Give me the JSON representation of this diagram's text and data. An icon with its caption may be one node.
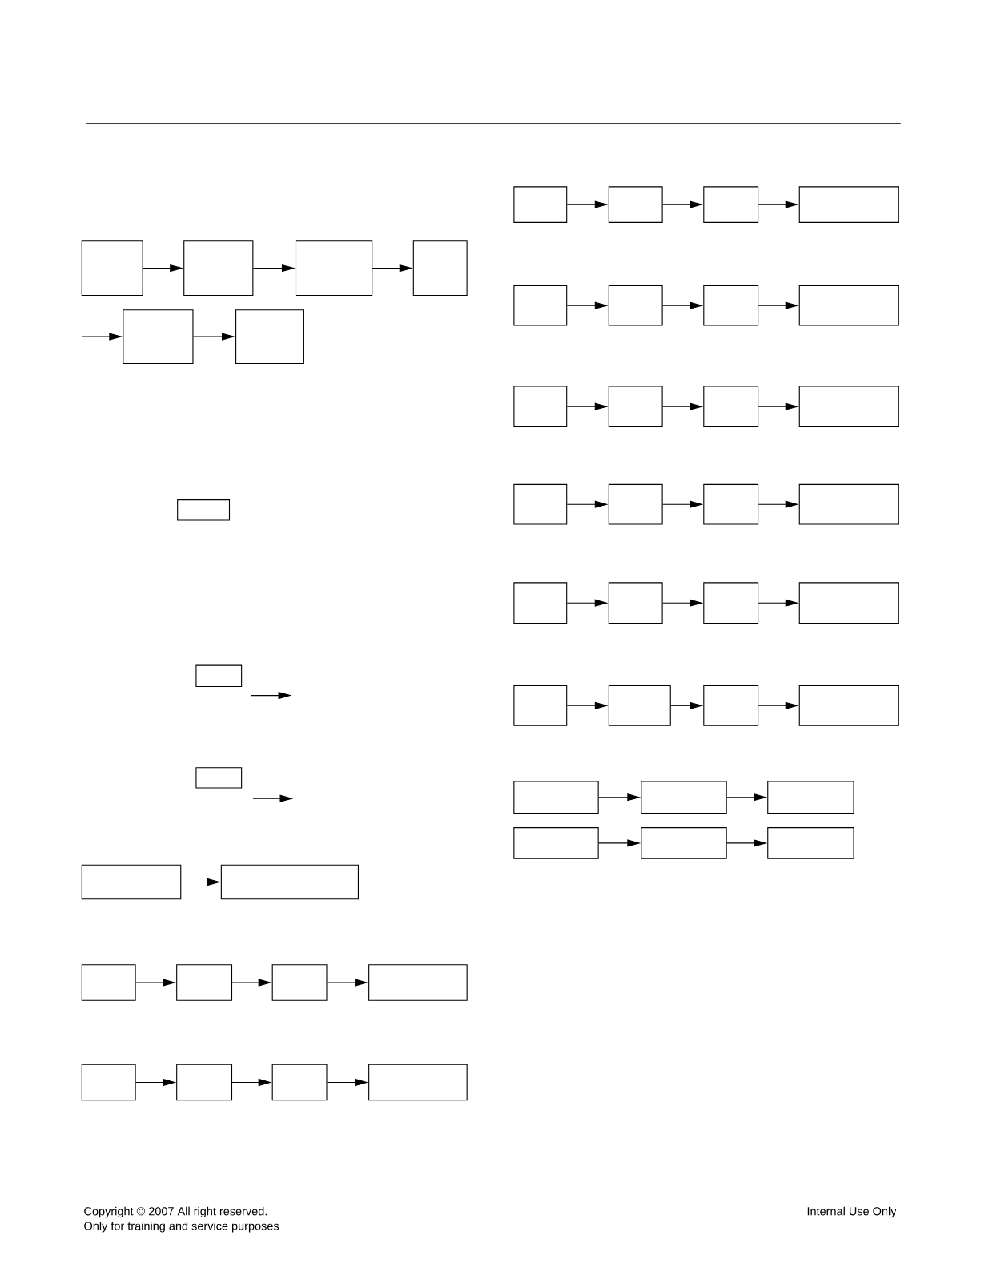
{
  "diagram": {
    "nodes": [
      {
        "text": [],
        "shape": "box"
      },
      {
        "text": [],
        "shape": "box"
      },
      {
        "text": [],
        "shape": "box"
      },
      {
        "text": [],
        "shape": "box"
      },
      {
        "text": [],
        "shape": "box"
      },
      {
        "text": [],
        "shape": "box"
      },
      {
        "text": [],
        "shape": "box"
      },
      {
        "text": [],
        "shape": "box"
      },
      {
        "text": [],
        "shape": "box"
      },
      {
        "text": [],
        "shape": "box"
      },
      {
        "text": [],
        "shape": "box"
      },
      {
        "text": [],
        "shape": "box"
      },
      {
        "text": [],
        "shape": "box"
      },
      {
        "text": [],
        "shape": "box"
      },
      {
        "text": [],
        "shape": "box"
      },
      {
        "text": [],
        "shape": "box"
      },
      {
        "text": [],
        "shape": "box"
      },
      {
        "text": [],
        "shape": "box"
      },
      {
        "text": [],
        "shape": "box"
      },
      {
        "text": [],
        "shape": "box"
      },
      {
        "text": [],
        "shape": "box"
      },
      {
        "text": [],
        "shape": "box"
      },
      {
        "text": [],
        "shape": "box"
      },
      {
        "text": [],
        "shape": "box"
      },
      {
        "text": [],
        "shape": "box"
      },
      {
        "text": [],
        "shape": "box"
      },
      {
        "text": [],
        "shape": "box"
      },
      {
        "text": [],
        "shape": "box"
      },
      {
        "text": [],
        "shape": "box"
      },
      {
        "text": [],
        "shape": "box"
      },
      {
        "text": [],
        "shape": "box"
      },
      {
        "text": [],
        "shape": "box"
      },
      {
        "text": [],
        "shape": "box"
      },
      {
        "text": [],
        "shape": "box"
      },
      {
        "text": [],
        "shape": "box"
      },
      {
        "text": [],
        "shape": "box"
      },
      {
        "text": [],
        "shape": "box"
      },
      {
        "text": [],
        "shape": "box"
      },
      {
        "text": [],
        "shape": "box"
      },
      {
        "text": [],
        "shape": "box"
      },
      {
        "text": [],
        "shape": "box"
      },
      {
        "text": [],
        "shape": "box"
      },
      {
        "text": [],
        "shape": "box"
      },
      {
        "text": [],
        "shape": "box"
      },
      {
        "text": [],
        "shape": "box"
      },
      {
        "text": [],
        "shape": "box"
      },
      {
        "text": [],
        "shape": "box"
      },
      {
        "text": [],
        "shape": "box"
      },
      {
        "text": [],
        "shape": "box"
      }
    ],
    "edges": [
      {
        "from": 0,
        "to": 1,
        "arrow": "to"
      },
      {
        "from": 1,
        "to": 2,
        "arrow": "to"
      },
      {
        "from": 2,
        "to": 3,
        "arrow": "to"
      },
      {
        "from": null,
        "to": 4,
        "arrow": "to"
      },
      {
        "from": 4,
        "to": 5,
        "arrow": "to"
      },
      {
        "from": 9,
        "to": 10,
        "arrow": "to"
      },
      {
        "from": 11,
        "to": 12,
        "arrow": "to"
      },
      {
        "from": 12,
        "to": 13,
        "arrow": "to"
      },
      {
        "from": 13,
        "to": 14,
        "arrow": "to"
      },
      {
        "from": 15,
        "to": 16,
        "arrow": "to"
      },
      {
        "from": 16,
        "to": 17,
        "arrow": "to"
      },
      {
        "from": 17,
        "to": 18,
        "arrow": "to"
      },
      {
        "from": 19,
        "to": 20,
        "arrow": "to"
      },
      {
        "from": 20,
        "to": 21,
        "arrow": "to"
      },
      {
        "from": 21,
        "to": 22,
        "arrow": "to"
      },
      {
        "from": 23,
        "to": 24,
        "arrow": "to"
      },
      {
        "from": 24,
        "to": 25,
        "arrow": "to"
      },
      {
        "from": 25,
        "to": 26,
        "arrow": "to"
      },
      {
        "from": 27,
        "to": 28,
        "arrow": "to"
      },
      {
        "from": 28,
        "to": 29,
        "arrow": "to"
      },
      {
        "from": 29,
        "to": 30,
        "arrow": "to"
      },
      {
        "from": 31,
        "to": 32,
        "arrow": "to"
      },
      {
        "from": 32,
        "to": 33,
        "arrow": "to"
      },
      {
        "from": 33,
        "to": 34,
        "arrow": "to"
      },
      {
        "from": 35,
        "to": 36,
        "arrow": "to"
      },
      {
        "from": 36,
        "to": 37,
        "arrow": "to"
      },
      {
        "from": 37,
        "to": 38,
        "arrow": "to"
      },
      {
        "from": 39,
        "to": 40,
        "arrow": "to"
      },
      {
        "from": 40,
        "to": 41,
        "arrow": "to"
      },
      {
        "from": 41,
        "to": 42,
        "arrow": "to"
      },
      {
        "from": 43,
        "to": 44,
        "arrow": "to"
      },
      {
        "from": 44,
        "to": 45,
        "arrow": "to"
      },
      {
        "from": 46,
        "to": 47,
        "arrow": "to"
      },
      {
        "from": 47,
        "to": 48,
        "arrow": "to"
      }
    ],
    "labels": [
      "Copyright © 2007 All right reserved.",
      "Only for training and service purposes",
      "Internal Use Only"
    ]
  }
}
